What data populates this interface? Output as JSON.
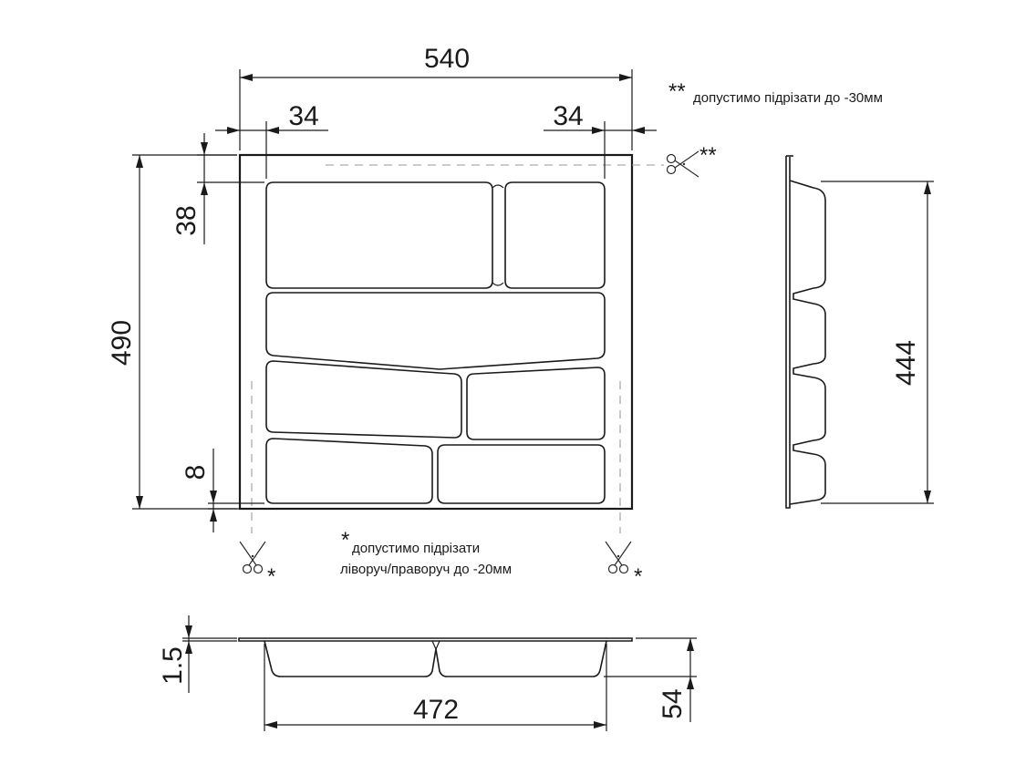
{
  "dimensions": {
    "overall_width": "540",
    "left_margin": "34",
    "right_margin": "34",
    "top_margin": "38",
    "overall_depth": "490",
    "bottom_margin": "8",
    "side_depth": "444",
    "rim_thickness": "1.5",
    "bottom_width": "472",
    "height": "54"
  },
  "notes": {
    "top_marker": "**",
    "top_text": "допустимо підрізати  до -30мм",
    "scissor_top_marker": "**",
    "bottom_marker": "*",
    "bottom_line1": "допустимо підрізати",
    "bottom_line2": "ліворуч/праворуч до -20мм",
    "scissor_left_marker": "*",
    "scissor_right_marker": "*"
  },
  "icons": {
    "scissors": "scissors-icon"
  },
  "colors": {
    "line": "#1a1a1a",
    "cut_line": "#9a9a9a"
  }
}
